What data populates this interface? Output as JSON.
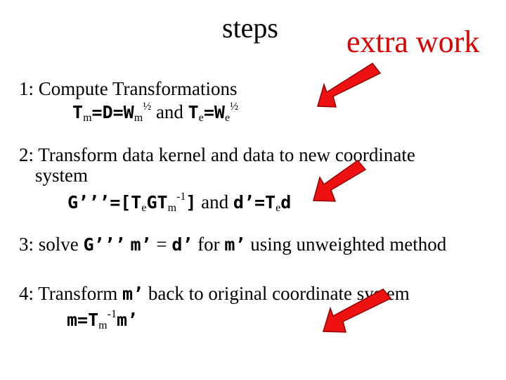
{
  "slide": {
    "title": "steps",
    "extra_label": "extra work",
    "accent_color": "#e00000"
  },
  "steps": [
    {
      "label": "1: Compute Transformations",
      "eq": {
        "a1": "T",
        "a1_sub": "m",
        "a2": "=D=W",
        "a2_sub": "m",
        "a2_sup": "½",
        "and": " and ",
        "b1": "T",
        "b1_sub": "e",
        "b2": "=W",
        "b2_sub": "e",
        "b2_sup": "½"
      }
    },
    {
      "label_line1": "2: Transform data kernel and data to new coordinate",
      "label_line2": "system",
      "eq": {
        "a1": "G’’’=[T",
        "a1_sub": "e",
        "a2": "GT",
        "a2_sub": "m",
        "a2_sup": "-1",
        "a3": "]",
        "and": " and ",
        "b1": "d’=T",
        "b1_sub": "e",
        "b2": "d"
      }
    },
    {
      "prefix": "3: solve ",
      "g": "G’’’",
      "sp1": " ",
      "m": "m’",
      "mid": " = ",
      "d": "d’",
      "for": " for ",
      "m2": "m’",
      "rest": " using unweighted method"
    },
    {
      "prefix": "4: Transform ",
      "m": "m’",
      "rest": " back to original coordinate system",
      "eq": {
        "a1": "m=T",
        "a1_sub": "m",
        "a1_sup": "-1",
        "a2": "m’"
      }
    }
  ],
  "icons": [
    "arrow-icon",
    "arrow-icon",
    "arrow-icon"
  ]
}
